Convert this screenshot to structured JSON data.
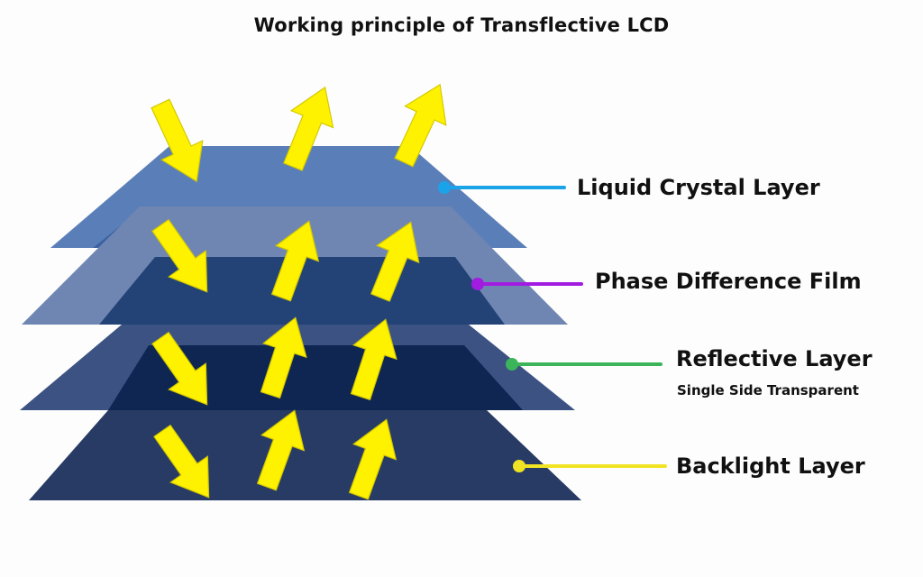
{
  "title": "Working principle of Transflective LCD",
  "colors": {
    "background": "#fdfdfd",
    "arrow": "#fff200",
    "arrow_outline": "#d4c800"
  },
  "layers": [
    {
      "label": "Liquid Crystal Layer",
      "sublabel": "",
      "marker_color": "#1aa3e8",
      "fill_outer": "#5a7fb8",
      "fill_inner": "#3a62a0"
    },
    {
      "label": "Phase Difference Film",
      "sublabel": "",
      "marker_color": "#a21be0",
      "fill_outer": "#6f86b3",
      "fill_inner": "#1f3f74"
    },
    {
      "label": "Reflective Layer",
      "sublabel": "Single Side Transparent",
      "marker_color": "#3cb55a",
      "fill_outer": "#3b5283",
      "fill_inner": "#0d2450"
    },
    {
      "label": "Backlight Layer",
      "sublabel": "",
      "marker_color": "#f1e424",
      "fill_outer": "#283b64",
      "fill_inner": "#283b64"
    }
  ],
  "arrows": [
    {
      "row": 0,
      "direction": "down-right"
    },
    {
      "row": 0,
      "direction": "up-right"
    },
    {
      "row": 0,
      "direction": "up-right"
    },
    {
      "row": 1,
      "direction": "down-right"
    },
    {
      "row": 1,
      "direction": "up-right"
    },
    {
      "row": 1,
      "direction": "up-right"
    },
    {
      "row": 2,
      "direction": "down-right"
    },
    {
      "row": 2,
      "direction": "up-right"
    },
    {
      "row": 2,
      "direction": "up-right"
    },
    {
      "row": 3,
      "direction": "down-right"
    },
    {
      "row": 3,
      "direction": "up-right"
    },
    {
      "row": 3,
      "direction": "up-right"
    }
  ]
}
